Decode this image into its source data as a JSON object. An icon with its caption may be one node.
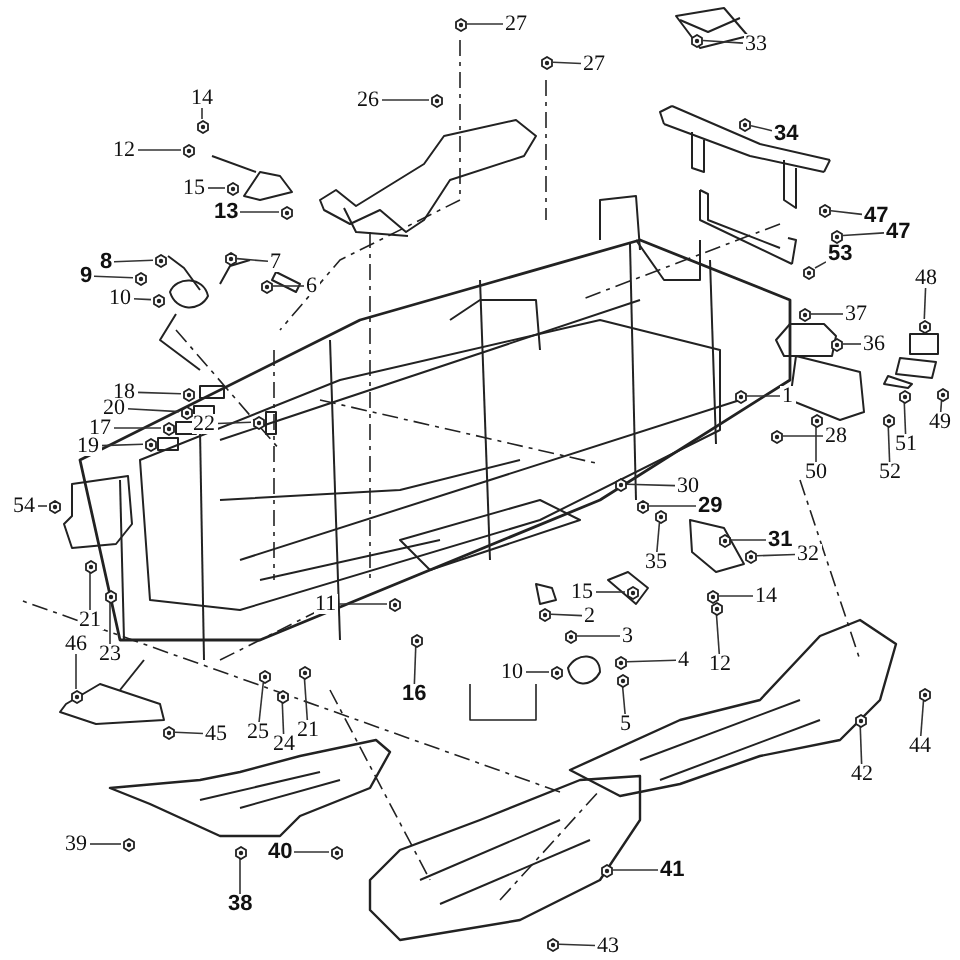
{
  "diagram": {
    "nodes": [
      {
        "text": [
          "27"
        ]
      },
      {
        "text": [
          "33"
        ]
      },
      {
        "text": [
          "27"
        ]
      },
      {
        "text": [
          "14"
        ]
      },
      {
        "text": [
          "26"
        ]
      },
      {
        "text": [
          "34"
        ]
      },
      {
        "text": [
          "12"
        ]
      },
      {
        "text": [
          "15"
        ]
      },
      {
        "text": [
          "13"
        ]
      },
      {
        "text": [
          "47"
        ]
      },
      {
        "text": [
          "47"
        ]
      },
      {
        "text": [
          "53"
        ]
      },
      {
        "text": [
          "8"
        ]
      },
      {
        "text": [
          "7"
        ]
      },
      {
        "text": [
          "9"
        ]
      },
      {
        "text": [
          "48"
        ]
      },
      {
        "text": [
          "6"
        ]
      },
      {
        "text": [
          "10"
        ]
      },
      {
        "text": [
          "37"
        ]
      },
      {
        "text": [
          "36"
        ]
      },
      {
        "text": [
          "18"
        ]
      },
      {
        "text": [
          "1"
        ]
      },
      {
        "text": [
          "20"
        ]
      },
      {
        "text": [
          "49"
        ]
      },
      {
        "text": [
          "22"
        ]
      },
      {
        "text": [
          "17"
        ]
      },
      {
        "text": [
          "28"
        ]
      },
      {
        "text": [
          "19"
        ]
      },
      {
        "text": [
          "51"
        ]
      },
      {
        "text": [
          "50"
        ]
      },
      {
        "text": [
          "52"
        ]
      },
      {
        "text": [
          "30"
        ]
      },
      {
        "text": [
          "54"
        ]
      },
      {
        "text": [
          "29"
        ]
      },
      {
        "text": [
          "31"
        ]
      },
      {
        "text": [
          "32"
        ]
      },
      {
        "text": [
          "35"
        ]
      },
      {
        "text": [
          "15"
        ]
      },
      {
        "text": [
          "14"
        ]
      },
      {
        "text": [
          "11"
        ]
      },
      {
        "text": [
          "2"
        ]
      },
      {
        "text": [
          "21"
        ]
      },
      {
        "text": [
          "3"
        ]
      },
      {
        "text": [
          "46"
        ]
      },
      {
        "text": [
          "23"
        ]
      },
      {
        "text": [
          "4"
        ]
      },
      {
        "text": [
          "12"
        ]
      },
      {
        "text": [
          "10"
        ]
      },
      {
        "text": [
          "16"
        ]
      },
      {
        "text": [
          "5"
        ]
      },
      {
        "text": [
          "21"
        ]
      },
      {
        "text": [
          "25"
        ]
      },
      {
        "text": [
          "45"
        ]
      },
      {
        "text": [
          "24"
        ]
      },
      {
        "text": [
          "44"
        ]
      },
      {
        "text": [
          "42"
        ]
      },
      {
        "text": [
          "39"
        ]
      },
      {
        "text": [
          "40"
        ]
      },
      {
        "text": [
          "41"
        ]
      },
      {
        "text": [
          "38"
        ]
      },
      {
        "text": [
          "43"
        ]
      },
      {
        "text": [],
        "shape": "picture"
      },
      {
        "text": [],
        "shape": "picture"
      },
      {
        "text": [],
        "shape": "picture"
      },
      {
        "text": [],
        "shape": "picture"
      },
      {
        "text": [],
        "shape": "picture"
      },
      {
        "text": [],
        "shape": "picture"
      },
      {
        "text": [],
        "shape": "picture"
      },
      {
        "text": [],
        "shape": "picture"
      },
      {
        "text": [],
        "shape": "picture"
      },
      {
        "text": [],
        "shape": "picture"
      },
      {
        "text": [],
        "shape": "picture"
      },
      {
        "text": [],
        "shape": "picture"
      },
      {
        "text": [],
        "shape": "picture"
      },
      {
        "text": [],
        "shape": "picture"
      },
      {
        "text": [],
        "shape": "picture"
      },
      {
        "text": [],
        "shape": "picture"
      },
      {
        "text": [],
        "shape": "picture"
      },
      {
        "text": [],
        "shape": "picture"
      },
      {
        "text": [],
        "shape": "picture"
      },
      {
        "text": [],
        "shape": "picture"
      },
      {
        "text": [],
        "shape": "picture"
      },
      {
        "text": [],
        "shape": "picture"
      },
      {
        "text": [],
        "shape": "picture"
      },
      {
        "text": [],
        "shape": "picture"
      },
      {
        "text": [],
        "shape": "picture"
      },
      {
        "text": [],
        "shape": "picture"
      },
      {
        "text": [],
        "shape": "picture"
      },
      {
        "text": [],
        "shape": "picture"
      },
      {
        "text": [],
        "shape": "picture"
      },
      {
        "text": [],
        "shape": "picture"
      },
      {
        "text": [],
        "shape": "picture"
      },
      {
        "text": [],
        "shape": "picture"
      },
      {
        "text": [],
        "shape": "picture"
      },
      {
        "text": [],
        "shape": "picture"
      },
      {
        "text": [],
        "shape": "picture"
      },
      {
        "text": [],
        "shape": "picture"
      },
      {
        "text": [],
        "shape": "picture"
      },
      {
        "text": [],
        "shape": "picture"
      },
      {
        "text": [],
        "shape": "picture"
      },
      {
        "text": [],
        "shape": "picture"
      },
      {
        "text": [],
        "shape": "picture"
      },
      {
        "text": [],
        "shape": "picture"
      },
      {
        "text": [],
        "shape": "picture"
      },
      {
        "text": [],
        "shape": "picture"
      },
      {
        "text": [],
        "shape": "picture"
      },
      {
        "text": [],
        "shape": "picture"
      },
      {
        "text": [],
        "shape": "picture"
      },
      {
        "text": [],
        "shape": "picture"
      },
      {
        "text": [],
        "shape": "picture"
      },
      {
        "text": [],
        "shape": "picture"
      },
      {
        "text": [],
        "shape": "picture"
      },
      {
        "text": [],
        "shape": "picture"
      },
      {
        "text": [],
        "shape": "picture"
      },
      {
        "text": [],
        "shape": "picture"
      },
      {
        "text": [],
        "shape": "picture"
      },
      {
        "text": [],
        "shape": "picture"
      },
      {
        "text": [],
        "shape": "picture"
      },
      {
        "text": [],
        "shape": "picture"
      },
      {
        "text": [],
        "shape": "picture"
      },
      {
        "text": [],
        "shape": "picture"
      },
      {
        "text": [],
        "shape": "picture"
      }
    ],
    "edges": [
      {
        "from": 0,
        "to": 61,
        "arrow": "none"
      },
      {
        "from": 1,
        "to": 62,
        "arrow": "none"
      },
      {
        "from": 2,
        "to": 63,
        "arrow": "none"
      },
      {
        "from": 3,
        "to": 64,
        "arrow": "none"
      },
      {
        "from": 4,
        "to": 65,
        "arrow": "none"
      },
      {
        "from": 5,
        "to": 66,
        "arrow": "none"
      },
      {
        "from": 6,
        "to": 67,
        "arrow": "none"
      },
      {
        "from": 7,
        "to": 68,
        "arrow": "none"
      },
      {
        "from": 8,
        "to": 69,
        "arrow": "none"
      },
      {
        "from": 9,
        "to": 70,
        "arrow": "none"
      },
      {
        "from": 10,
        "to": 71,
        "arrow": "none"
      },
      {
        "from": 11,
        "to": 72,
        "arrow": "none"
      },
      {
        "from": 12,
        "to": 73,
        "arrow": "none"
      },
      {
        "from": 13,
        "to": 74,
        "arrow": "none"
      },
      {
        "from": 14,
        "to": 75,
        "arrow": "none"
      },
      {
        "from": 15,
        "to": 76,
        "arrow": "none"
      },
      {
        "from": 16,
        "to": 77,
        "arrow": "none"
      },
      {
        "from": 17,
        "to": 78,
        "arrow": "none"
      },
      {
        "from": 18,
        "to": 79,
        "arrow": "none"
      },
      {
        "from": 19,
        "to": 80,
        "arrow": "none"
      },
      {
        "from": 20,
        "to": 81,
        "arrow": "none"
      },
      {
        "from": 21,
        "to": 82,
        "arrow": "none"
      },
      {
        "from": 22,
        "to": 83,
        "arrow": "none"
      },
      {
        "from": 23,
        "to": 84,
        "arrow": "none"
      },
      {
        "from": 24,
        "to": 85,
        "arrow": "none"
      },
      {
        "from": 25,
        "to": 86,
        "arrow": "none"
      },
      {
        "from": 26,
        "to": 87,
        "arrow": "none"
      },
      {
        "from": 27,
        "to": 88,
        "arrow": "none"
      },
      {
        "from": 28,
        "to": 89,
        "arrow": "none"
      },
      {
        "from": 29,
        "to": 90,
        "arrow": "none"
      },
      {
        "from": 30,
        "to": 91,
        "arrow": "none"
      },
      {
        "from": 31,
        "to": 92,
        "arrow": "none"
      },
      {
        "from": 32,
        "to": 93,
        "arrow": "none"
      },
      {
        "from": 33,
        "to": 94,
        "arrow": "none"
      },
      {
        "from": 34,
        "to": 95,
        "arrow": "none"
      },
      {
        "from": 35,
        "to": 96,
        "arrow": "none"
      },
      {
        "from": 36,
        "to": 97,
        "arrow": "none"
      },
      {
        "from": 37,
        "to": 98,
        "arrow": "none"
      },
      {
        "from": 38,
        "to": 99,
        "arrow": "none"
      },
      {
        "from": 39,
        "to": 100,
        "arrow": "none"
      },
      {
        "from": 40,
        "to": 101,
        "arrow": "none"
      },
      {
        "from": 41,
        "to": 102,
        "arrow": "none"
      },
      {
        "from": 42,
        "to": 103,
        "arrow": "none"
      },
      {
        "from": 43,
        "to": 104,
        "arrow": "none"
      },
      {
        "from": 44,
        "to": 105,
        "arrow": "none"
      },
      {
        "from": 45,
        "to": 106,
        "arrow": "none"
      },
      {
        "from": 46,
        "to": 107,
        "arrow": "none"
      },
      {
        "from": 47,
        "to": 108,
        "arrow": "none"
      },
      {
        "from": 48,
        "to": 109,
        "arrow": "none"
      },
      {
        "from": 49,
        "to": 110,
        "arrow": "none"
      },
      {
        "from": 50,
        "to": 111,
        "arrow": "none"
      },
      {
        "from": 51,
        "to": 112,
        "arrow": "none"
      },
      {
        "from": 52,
        "to": 113,
        "arrow": "none"
      },
      {
        "from": 53,
        "to": 114,
        "arrow": "none"
      },
      {
        "from": 54,
        "to": 115,
        "arrow": "none"
      },
      {
        "from": 55,
        "to": 116,
        "arrow": "none"
      },
      {
        "from": 56,
        "to": 117,
        "arrow": "none"
      },
      {
        "from": 57,
        "to": 118,
        "arrow": "none"
      },
      {
        "from": 58,
        "to": 119,
        "arrow": "none"
      },
      {
        "from": 59,
        "to": 120,
        "arrow": "none"
      },
      {
        "from": 60,
        "to": 121,
        "arrow": "none"
      }
    ]
  }
}
